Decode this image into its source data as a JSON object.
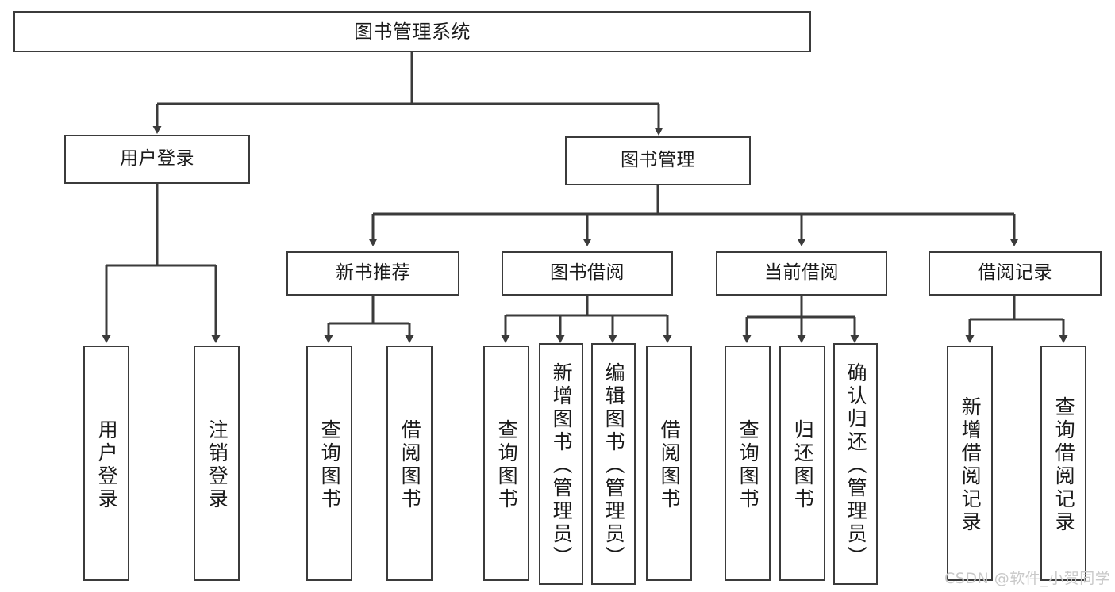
{
  "diagram": {
    "title": "图书管理系统",
    "type": "tree-hierarchy-diagram",
    "orientation": "top-down",
    "colors": {
      "background": "#ffffff",
      "node_border": "#3b3b3b",
      "node_fill": "#ffffff",
      "edge": "#3b3b3b",
      "text": "#1a1a1a",
      "watermark": "#c9c9c9"
    }
  },
  "root": {
    "label": "图书管理系统"
  },
  "level2": [
    {
      "label": "用户登录"
    },
    {
      "label": "图书管理"
    }
  ],
  "level3": [
    {
      "label": "新书推荐"
    },
    {
      "label": "图书借阅"
    },
    {
      "label": "当前借阅"
    },
    {
      "label": "借阅记录"
    }
  ],
  "leaves": {
    "user_login": [
      {
        "label": "用户登录"
      },
      {
        "label": "注销登录"
      }
    ],
    "new_book_recommend": [
      {
        "label": "查询图书"
      },
      {
        "label": "借阅图书"
      }
    ],
    "book_borrow": [
      {
        "label": "查询图书"
      },
      {
        "label": "新增图书（管理员）"
      },
      {
        "label": "编辑图书（管理员）"
      },
      {
        "label": "借阅图书"
      }
    ],
    "current_borrow": [
      {
        "label": "查询图书"
      },
      {
        "label": "归还图书"
      },
      {
        "label": "确认归还（管理员）"
      }
    ],
    "borrow_record": [
      {
        "label": "新增借阅记录"
      },
      {
        "label": "查询借阅记录"
      }
    ]
  },
  "watermark": {
    "text": "CSDN @软件_小贺同学"
  }
}
